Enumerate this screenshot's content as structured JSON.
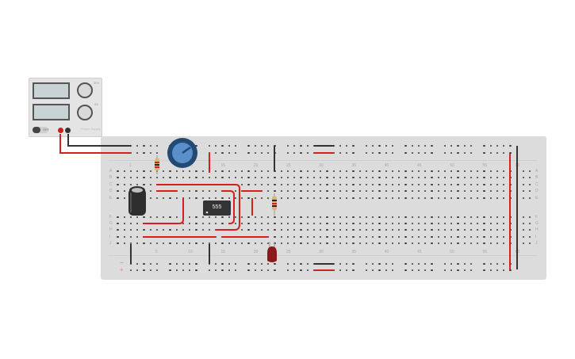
{
  "app": {
    "view": "Circuit schematic - breadboard view"
  },
  "power_supply": {
    "display_top": "",
    "display_bottom": "",
    "voltage_knob_labels": {
      "max": "30V",
      "unit": "V"
    },
    "current_knob_labels": {
      "max": "5A",
      "unit": "A"
    },
    "switch_label": "OFF",
    "brand": "Power Supply",
    "terminal_positive_color": "#cc1f1f",
    "terminal_negative_color": "#333333"
  },
  "breadboard": {
    "column_numbers": [
      "1",
      "5",
      "10",
      "15",
      "20",
      "25",
      "30",
      "35",
      "40",
      "45",
      "50",
      "55",
      "60"
    ],
    "row_labels_top": [
      "A",
      "B",
      "C",
      "D",
      "E"
    ],
    "row_labels_bottom": [
      "F",
      "G",
      "H",
      "I",
      "J"
    ],
    "rail_minus": "−",
    "rail_plus": "+",
    "colors": {
      "board": "#dcdcdc",
      "hole": "#3a3a3a",
      "label": "#a8a8a8",
      "rail_minus": "#7fb3d8",
      "rail_plus": "#e89a9a"
    }
  },
  "components": {
    "ic": {
      "label": "555",
      "pins": 8
    },
    "potentiometer": {
      "name": "Potentiometer",
      "color": "#5b8fc9"
    },
    "capacitor": {
      "name": "Electrolytic capacitor"
    },
    "resistor_1": {
      "name": "Resistor",
      "bands": [
        "#c22",
        "#222",
        "#c22"
      ]
    },
    "resistor_2": {
      "name": "Resistor",
      "bands": [
        "#222",
        "#c22",
        "#222"
      ]
    },
    "led": {
      "name": "LED",
      "color": "#8b1a1a"
    }
  },
  "wire_colors": {
    "red": "#d42020",
    "black": "#333333"
  }
}
